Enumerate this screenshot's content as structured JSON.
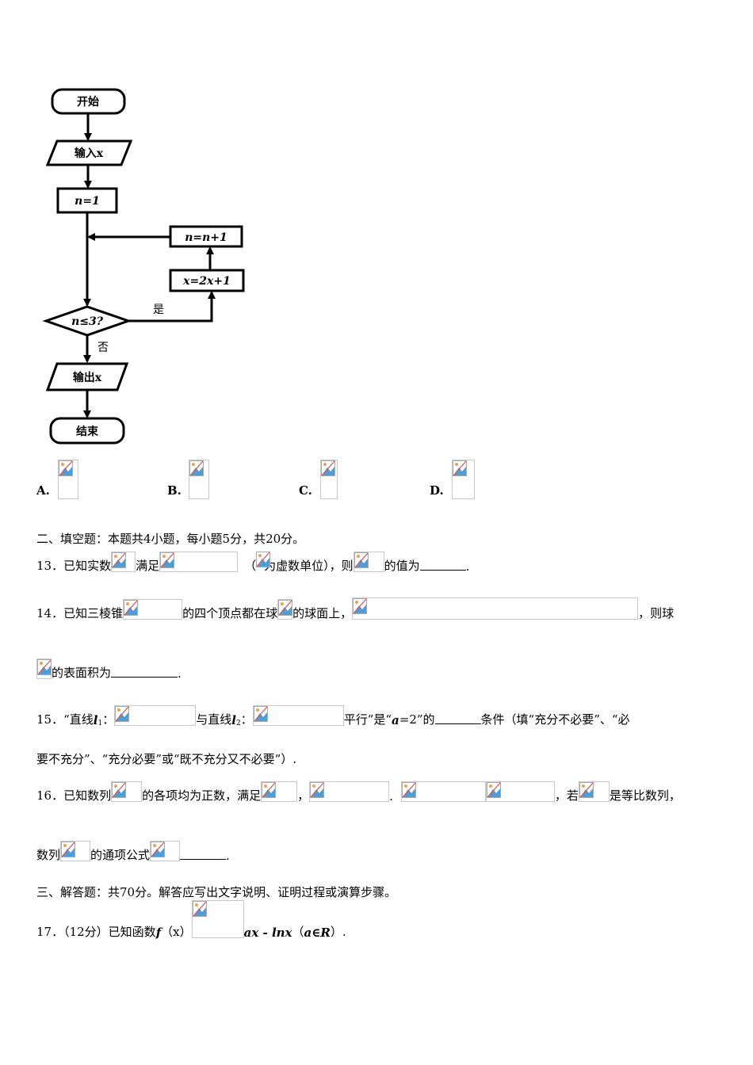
{
  "flowchart": {
    "start": "开始",
    "input": "输入x",
    "init": "n=1",
    "increment": "n=n+1",
    "update": "x=2x+1",
    "condition": "n≤3?",
    "yes": "是",
    "no": "否",
    "output": "输出x",
    "end": "结束"
  },
  "options": [
    "A.",
    "B.",
    "C.",
    "D."
  ],
  "section2": "二、填空题：本题共4小题，每小题5分，共20分。",
  "q13": {
    "p1": "13．已知实数",
    "p2": "满足",
    "p3": "（",
    "p4": "为虚数单位），则",
    "p5": "的值为",
    "p6": "."
  },
  "q14": {
    "p1": "14．已知三棱锥",
    "p2": "的四个顶点都在球",
    "p3": "的球面上，",
    "p4": "，则球",
    "p5": "的表面积为",
    "p6": "."
  },
  "q15": {
    "p1": "15．“直线",
    "l1": "l",
    "s1": "1",
    "c1": "：",
    "p2": "与直线",
    "s2": "2",
    "p3": "平行”是“",
    "a": "a",
    "p4": "=2”的",
    "p5": "条件（填“充分不必要”、“必",
    "p6": "要不充分”、“充分必要”或“既不充分又不必要”）."
  },
  "q16": {
    "p1": "16．已知数列",
    "p2": "的各项均为正数，满足",
    "p3": "，",
    "p4": ".",
    "p5": "，若",
    "p6": "是等比数列，",
    "p7": "数列",
    "p8": "的通项公式",
    "p9": "."
  },
  "section3": "三、解答题：共70分。解答应写出文字说明、证明过程或演算步骤。",
  "q17": {
    "p1": "17．（12分）已知函数",
    "f": "f",
    "p2": "（x）",
    "p3": "ax - lnx",
    "p4": "（",
    "p5": "a∈R",
    "p6": "）."
  }
}
